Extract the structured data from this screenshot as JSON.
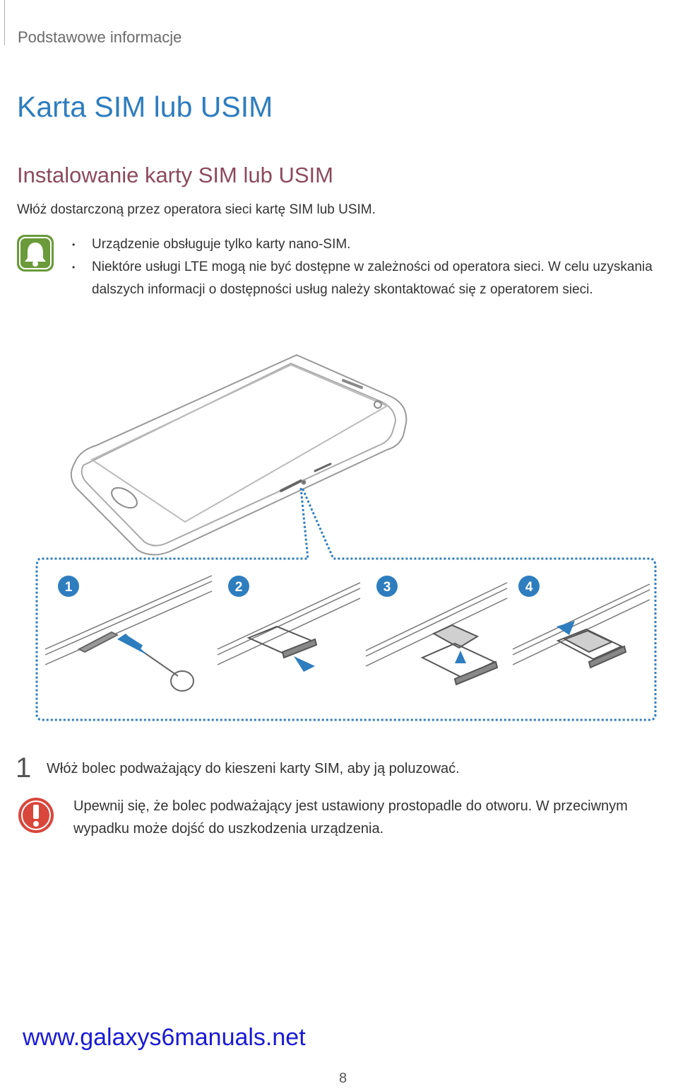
{
  "header": {
    "section": "Podstawowe informacje"
  },
  "title": "Karta SIM lub USIM",
  "subtitle": "Instalowanie karty SIM lub USIM",
  "intro": "Włóż dostarczoną przez operatora sieci kartę SIM lub USIM.",
  "note": {
    "icon": "bell-icon",
    "color": "#6a9a3a",
    "bullets": [
      "Urządzenie obsługuje tylko karty nano-SIM.",
      "Niektóre usługi LTE mogą nie być dostępne w zależności od operatora sieci. W celu uzyskania dalszych informacji o dostępności usług należy skontaktować się z operatorem sieci."
    ]
  },
  "illustration": {
    "steps": [
      "1",
      "2",
      "3",
      "4"
    ],
    "accent": "#2e7dbf"
  },
  "step1": {
    "number": "1",
    "text": "Włóż bolec podważający do kieszeni karty SIM, aby ją poluzować."
  },
  "warning": {
    "icon": "exclamation-icon",
    "color": "#d9463b",
    "text": "Upewnij się, że bolec podważający jest ustawiony prostopadle do otworu. W przeciwnym wypadku może dojść do uszkodzenia urządzenia."
  },
  "footer": {
    "url": "www.galaxys6manuals.net",
    "page": "8"
  }
}
